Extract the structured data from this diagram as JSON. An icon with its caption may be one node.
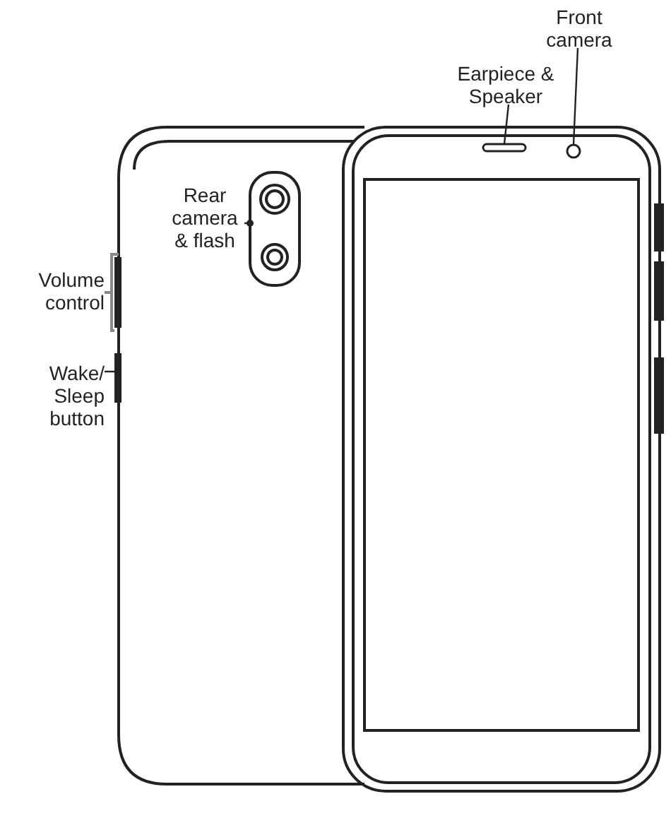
{
  "diagram": {
    "nodes": [
      {
        "text": [
          "Front camera"
        ]
      },
      {
        "text": [
          "Earpiece & Speaker"
        ]
      },
      {
        "text": [],
        "shape": "circle"
      },
      {
        "text": [],
        "shape": "bar"
      },
      {
        "text": [
          "Rear camera & flash"
        ]
      },
      {
        "text": [],
        "shape": "box"
      },
      {
        "text": [
          "Volume control"
        ]
      },
      {
        "text": [],
        "shape": "bar"
      },
      {
        "text": [
          "Wake/ Sleep button"
        ]
      },
      {
        "text": [],
        "shape": "bar"
      }
    ],
    "edges": [
      {
        "from": 0,
        "to": 2,
        "arrow": "none"
      },
      {
        "from": 1,
        "to": 3,
        "arrow": "none"
      },
      {
        "from": 4,
        "to": 5,
        "arrow": "other"
      },
      {
        "from": 6,
        "to": 7,
        "arrow": "none",
        "color": "#888888"
      },
      {
        "from": 8,
        "to": 9,
        "arrow": "none"
      }
    ]
  }
}
